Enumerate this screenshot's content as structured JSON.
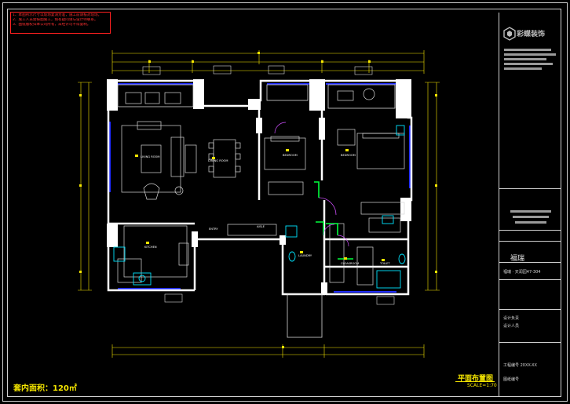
{
  "notes": {
    "lines": [
      "1、本图所示尺寸以现场复测为准，施工前请核对现场。",
      "2、施工人员需按图施工，如有疑问请与设计师联系。",
      "3、图纸版权归本公司所有，未经许可不得复制。"
    ]
  },
  "title_block": {
    "company_name": "彩蝶装饰",
    "project_name": "福瑞",
    "project_sub": "福瑞 · 天润园47-304",
    "small_rows": [
      "设计负责",
      "设计人员",
      "工程编号 20XX-XX",
      "图纸编号"
    ]
  },
  "rooms": {
    "living": "LIVING ROOM",
    "dining": "DINING ROOM",
    "bedroom": "BEDROOM",
    "master": "BEDROOM",
    "kitchen": "KITCHEN",
    "entry": "ENTRY",
    "laundry": "LAUNDRY",
    "cloakroom": "CLOAKROOM",
    "toilet": "TOILET",
    "aisle": "AISLE"
  },
  "area_label": "套内面积：120㎡",
  "plan_title": "平面布置图",
  "plan_scale": "SCALE=1:70",
  "colors": {
    "background": "#000000",
    "wall": "#ffffff",
    "dimension": "#f5e600",
    "window": "#1f2bff",
    "furniture": "#d8d8d8",
    "fixture": "#00e5ff",
    "door": "#00ff3c",
    "door_swing": "#d050ff",
    "notes": "#ff3030"
  }
}
